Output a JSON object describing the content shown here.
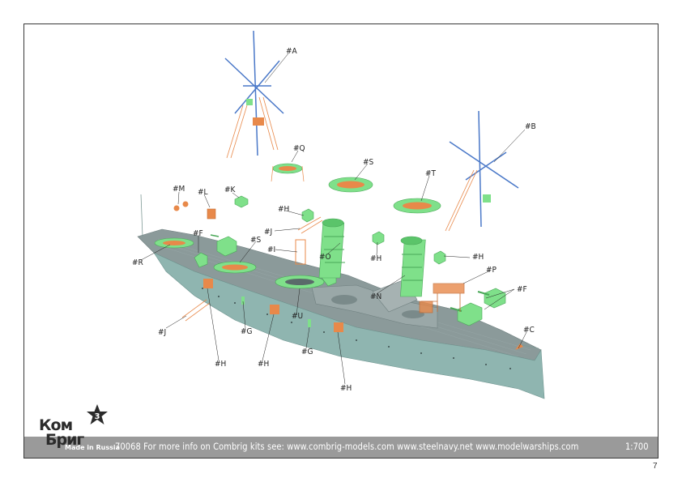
{
  "callouts": {
    "A": "#A",
    "B": "#B",
    "C": "#C",
    "F1": "#F",
    "F2": "#F",
    "G1": "#G",
    "G2": "#G",
    "H1": "#H",
    "H2": "#H",
    "H3": "#H",
    "H4": "#H",
    "H5": "#H",
    "H6": "#H",
    "I": "#I",
    "J1": "#J",
    "J2": "#J",
    "K": "#K",
    "L": "#L",
    "M": "#M",
    "N": "#N",
    "O": "#O",
    "P": "#P",
    "Q": "#Q",
    "R": "#R",
    "S1": "#S",
    "S2": "#S",
    "T": "#T",
    "U": "#U"
  },
  "footer": {
    "info": "70068 For more info on Combrig kits see: www.combrig-models.com www.steelnavy.net www.modelwarships.com",
    "scale": "1:700"
  },
  "logo": {
    "line1": "Ком",
    "line2": "Бриг",
    "made_in": "Made in Russia",
    "star_number": "3"
  },
  "page_number": "7",
  "colors": {
    "hull": "#8fb5b0",
    "deck": "#7f8f8f",
    "part_green": "#7fe08a",
    "part_orange": "#e8894a",
    "mast_blue": "#4a78c8",
    "footer": "#9a9a9a"
  }
}
